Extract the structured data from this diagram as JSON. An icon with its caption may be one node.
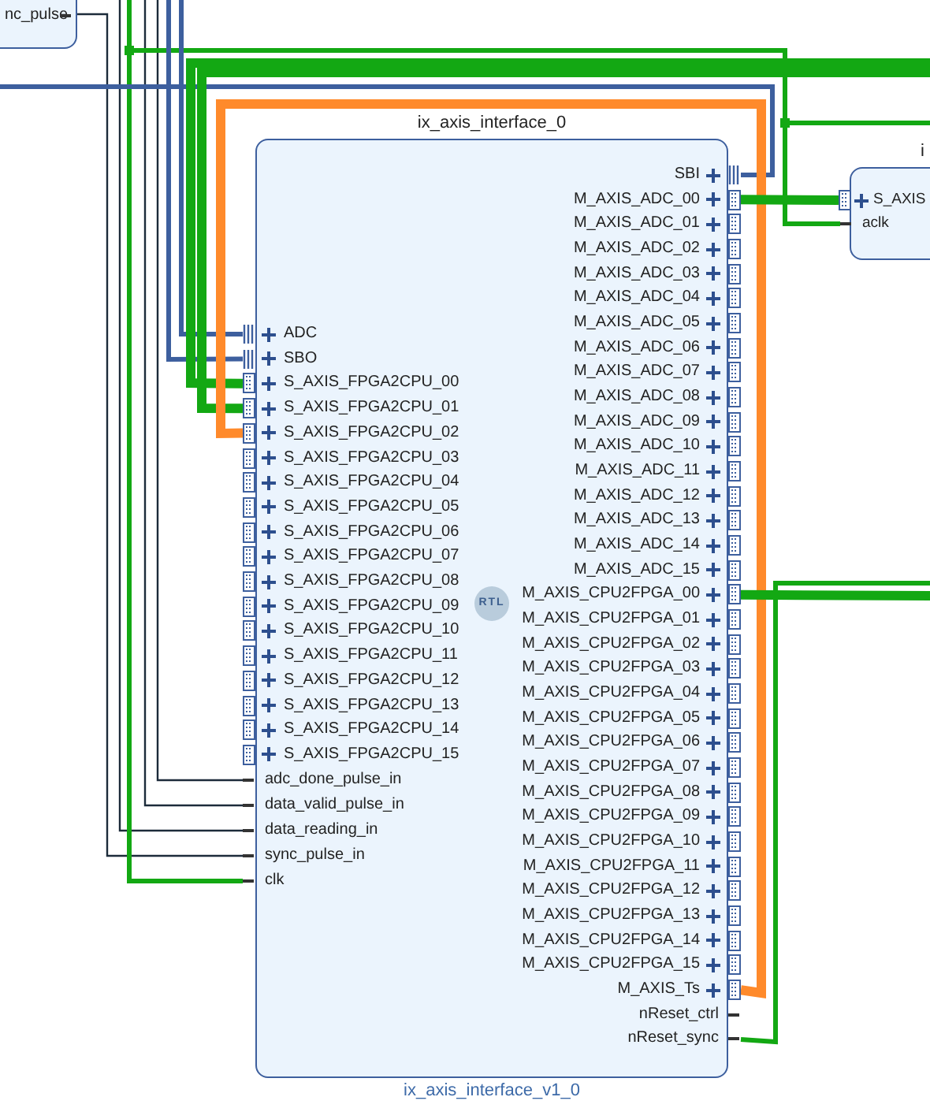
{
  "diagram": {
    "nodes": [
      {
        "text": [
          "nc_pulse"
        ]
      },
      {
        "text": [
          "ix_axis_interface_0",
          "ix_axis_interface_v1_0"
        ]
      },
      {
        "text": [
          "ADC"
        ],
        "in": 1
      },
      {
        "text": [
          "SBO"
        ],
        "in": 1
      },
      {
        "text": [
          "S_AXIS_FPGA2CPU_00"
        ],
        "in": 1
      },
      {
        "text": [
          "S_AXIS_FPGA2CPU_01"
        ],
        "in": 1
      },
      {
        "text": [
          "S_AXIS_FPGA2CPU_02"
        ],
        "in": 1
      },
      {
        "text": [
          "S_AXIS_FPGA2CPU_03"
        ],
        "in": 1
      },
      {
        "text": [
          "S_AXIS_FPGA2CPU_04"
        ],
        "in": 1
      },
      {
        "text": [
          "S_AXIS_FPGA2CPU_05"
        ],
        "in": 1
      },
      {
        "text": [
          "S_AXIS_FPGA2CPU_06"
        ],
        "in": 1
      },
      {
        "text": [
          "S_AXIS_FPGA2CPU_07"
        ],
        "in": 1
      },
      {
        "text": [
          "S_AXIS_FPGA2CPU_08"
        ],
        "in": 1
      },
      {
        "text": [
          "S_AXIS_FPGA2CPU_09"
        ],
        "in": 1
      },
      {
        "text": [
          "S_AXIS_FPGA2CPU_10"
        ],
        "in": 1
      },
      {
        "text": [
          "S_AXIS_FPGA2CPU_11"
        ],
        "in": 1
      },
      {
        "text": [
          "S_AXIS_FPGA2CPU_12"
        ],
        "in": 1
      },
      {
        "text": [
          "S_AXIS_FPGA2CPU_13"
        ],
        "in": 1
      },
      {
        "text": [
          "S_AXIS_FPGA2CPU_14"
        ],
        "in": 1
      },
      {
        "text": [
          "S_AXIS_FPGA2CPU_15"
        ],
        "in": 1
      },
      {
        "text": [
          "adc_done_pulse_in"
        ],
        "in": 1
      },
      {
        "text": [
          "data_valid_pulse_in"
        ],
        "in": 1
      },
      {
        "text": [
          "data_reading_in"
        ],
        "in": 1
      },
      {
        "text": [
          "sync_pulse_in"
        ],
        "in": 1
      },
      {
        "text": [
          "clk"
        ],
        "in": 1
      },
      {
        "text": [
          "SBI"
        ],
        "in": 1
      },
      {
        "text": [
          "M_AXIS_ADC_00"
        ],
        "in": 1
      },
      {
        "text": [
          "M_AXIS_ADC_01"
        ],
        "in": 1
      },
      {
        "text": [
          "M_AXIS_ADC_02"
        ],
        "in": 1
      },
      {
        "text": [
          "M_AXIS_ADC_03"
        ],
        "in": 1
      },
      {
        "text": [
          "M_AXIS_ADC_04"
        ],
        "in": 1
      },
      {
        "text": [
          "M_AXIS_ADC_05"
        ],
        "in": 1
      },
      {
        "text": [
          "M_AXIS_ADC_06"
        ],
        "in": 1
      },
      {
        "text": [
          "M_AXIS_ADC_07"
        ],
        "in": 1
      },
      {
        "text": [
          "M_AXIS_ADC_08"
        ],
        "in": 1
      },
      {
        "text": [
          "M_AXIS_ADC_09"
        ],
        "in": 1
      },
      {
        "text": [
          "M_AXIS_ADC_10"
        ],
        "in": 1
      },
      {
        "text": [
          "M_AXIS_ADC_11"
        ],
        "in": 1
      },
      {
        "text": [
          "M_AXIS_ADC_12"
        ],
        "in": 1
      },
      {
        "text": [
          "M_AXIS_ADC_13"
        ],
        "in": 1
      },
      {
        "text": [
          "M_AXIS_ADC_14"
        ],
        "in": 1
      },
      {
        "text": [
          "M_AXIS_ADC_15"
        ],
        "in": 1
      },
      {
        "text": [
          "M_AXIS_CPU2FPGA_00"
        ],
        "in": 1
      },
      {
        "text": [
          "M_AXIS_CPU2FPGA_01"
        ],
        "in": 1
      },
      {
        "text": [
          "M_AXIS_CPU2FPGA_02"
        ],
        "in": 1
      },
      {
        "text": [
          "M_AXIS_CPU2FPGA_03"
        ],
        "in": 1
      },
      {
        "text": [
          "M_AXIS_CPU2FPGA_04"
        ],
        "in": 1
      },
      {
        "text": [
          "M_AXIS_CPU2FPGA_05"
        ],
        "in": 1
      },
      {
        "text": [
          "M_AXIS_CPU2FPGA_06"
        ],
        "in": 1
      },
      {
        "text": [
          "M_AXIS_CPU2FPGA_07"
        ],
        "in": 1
      },
      {
        "text": [
          "M_AXIS_CPU2FPGA_08"
        ],
        "in": 1
      },
      {
        "text": [
          "M_AXIS_CPU2FPGA_09"
        ],
        "in": 1
      },
      {
        "text": [
          "M_AXIS_CPU2FPGA_10"
        ],
        "in": 1
      },
      {
        "text": [
          "M_AXIS_CPU2FPGA_11"
        ],
        "in": 1
      },
      {
        "text": [
          "M_AXIS_CPU2FPGA_12"
        ],
        "in": 1
      },
      {
        "text": [
          "M_AXIS_CPU2FPGA_13"
        ],
        "in": 1
      },
      {
        "text": [
          "M_AXIS_CPU2FPGA_14"
        ],
        "in": 1
      },
      {
        "text": [
          "M_AXIS_CPU2FPGA_15"
        ],
        "in": 1
      },
      {
        "text": [
          "M_AXIS_Ts"
        ],
        "in": 1
      },
      {
        "text": [
          "nReset_ctrl"
        ],
        "in": 1
      },
      {
        "text": [
          "nReset_sync"
        ],
        "in": 1
      },
      {
        "text": [
          "i"
        ]
      },
      {
        "text": [
          "S_AXIS"
        ],
        "in": 61
      },
      {
        "text": [
          "aclk"
        ],
        "in": 61
      }
    ],
    "edges": [
      {
        "from": 0,
        "to": 23,
        "arrow": "none",
        "color": "#1c2b3a"
      },
      {
        "from": null,
        "to": 20,
        "arrow": "none",
        "color": "#1c2b3a"
      },
      {
        "from": null,
        "to": 21,
        "arrow": "none",
        "color": "#1c2b3a"
      },
      {
        "from": null,
        "to": 22,
        "arrow": "none",
        "color": "#1c2b3a"
      },
      {
        "from": null,
        "to": 24,
        "arrow": "none"
      },
      {
        "from": 24,
        "to": 63,
        "arrow": "none"
      },
      {
        "from": 63,
        "to": null,
        "arrow": "none"
      },
      {
        "from": null,
        "to": 2,
        "arrow": "none",
        "color": "#3d5f9e"
      },
      {
        "from": null,
        "to": 3,
        "arrow": "none",
        "color": "#3d5f9e"
      },
      {
        "from": null,
        "to": 25,
        "arrow": "none",
        "color": "#3d5f9e"
      },
      {
        "from": null,
        "to": 4,
        "arrow": "none",
        "style": "thick"
      },
      {
        "from": null,
        "to": 5,
        "arrow": "none",
        "style": "thick"
      },
      {
        "from": 58,
        "to": 6,
        "arrow": "none",
        "style": "thick",
        "color": "#ff8a2b"
      },
      {
        "from": 26,
        "to": 62,
        "arrow": "none",
        "style": "thick"
      },
      {
        "from": 42,
        "to": null,
        "arrow": "none",
        "style": "thick"
      },
      {
        "from": 60,
        "to": null,
        "arrow": "none"
      }
    ],
    "labels": [
      "RTL"
    ]
  }
}
